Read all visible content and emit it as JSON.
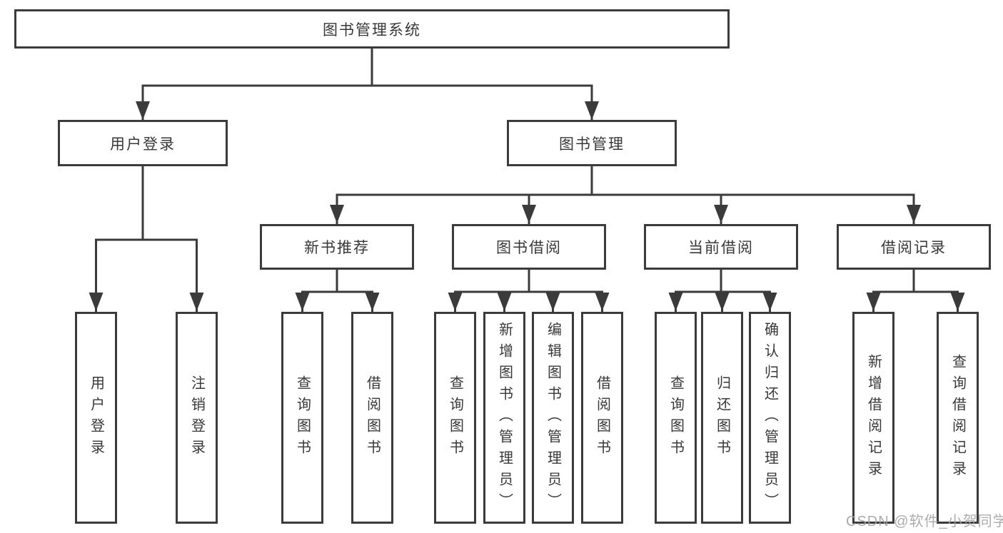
{
  "tree": {
    "root": "图书管理系统",
    "branches": [
      {
        "label": "用户登录",
        "leaves": [
          "用户登录",
          "注销登录"
        ]
      },
      {
        "label": "图书管理",
        "sections": [
          {
            "label": "新书推荐",
            "leaves": [
              "查询图书",
              "借阅图书"
            ]
          },
          {
            "label": "图书借阅",
            "leaves": [
              "查询图书",
              "新增图书（管理员）",
              "编辑图书（管理员）",
              "借阅图书"
            ]
          },
          {
            "label": "当前借阅",
            "leaves": [
              "查询图书",
              "归还图书",
              "确认归还（管理员）"
            ]
          },
          {
            "label": "借阅记录",
            "leaves": [
              "新增借阅记录",
              "查询借阅记录"
            ]
          }
        ]
      }
    ]
  },
  "colors": {
    "line": "#3b3b3b",
    "border": "#3b3b3b",
    "text": "#383838",
    "watermark": "#a0a0a0",
    "background": "#ffffff"
  },
  "watermark": "CSDN @软件_小贺同学"
}
